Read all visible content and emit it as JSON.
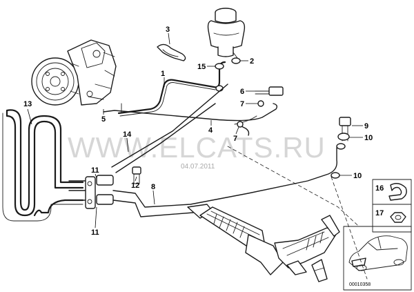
{
  "watermark": "WWW.ELCATS.RU",
  "date": "04.07.2011",
  "diagram_code": "00010358",
  "callouts": {
    "c1": "1",
    "c2": "2",
    "c3": "3",
    "c4": "4",
    "c5": "5",
    "c6": "6",
    "c7a": "7",
    "c7b": "7",
    "c8": "8",
    "c9": "9",
    "c10a": "10",
    "c10b": "10",
    "c11a": "11",
    "c11b": "11",
    "c12": "12",
    "c13": "13",
    "c14": "14",
    "c15": "15",
    "c16": "16",
    "c17": "17"
  },
  "icons": [
    "power-steering-pump",
    "fluid-reservoir",
    "oil-cooler-coil",
    "steering-rack",
    "hose-clamp",
    "nut",
    "car-silhouette"
  ]
}
